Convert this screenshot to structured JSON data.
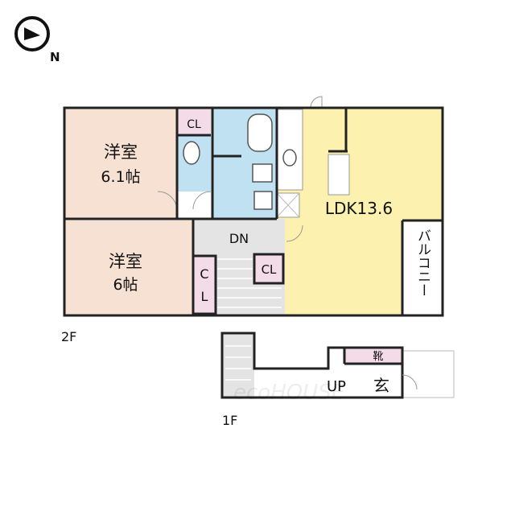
{
  "compass": {
    "north_label": "N",
    "icon": "compass-icon"
  },
  "floors": {
    "second": {
      "label": "2F"
    },
    "first": {
      "label": "1F"
    }
  },
  "rooms": {
    "western_room_1": {
      "name": "洋室",
      "size": "6.1帖"
    },
    "western_room_2": {
      "name": "洋室",
      "size": "6帖"
    },
    "ldk": {
      "name": "LDK13.6"
    },
    "closet_top": {
      "name": "CL"
    },
    "closet_mid": {
      "name": "CL"
    },
    "closet_left_1": {
      "name": "C"
    },
    "closet_left_2": {
      "name": "L"
    },
    "stairs_down": {
      "name": "DN"
    },
    "balcony": {
      "name": "バルコニー"
    },
    "stairs_up": {
      "name": "UP"
    },
    "entrance": {
      "name": "玄"
    },
    "shoe_box": {
      "name": "靴"
    }
  },
  "watermark": {
    "text": "ecoHOUSE"
  },
  "colors": {
    "bedroom": "#f7e1d2",
    "ldk": "#fcf1ae",
    "bath": "#bfe1f2",
    "closet": "#f3dbe8",
    "stair": "#e4e4e4",
    "wall": "#222222"
  }
}
